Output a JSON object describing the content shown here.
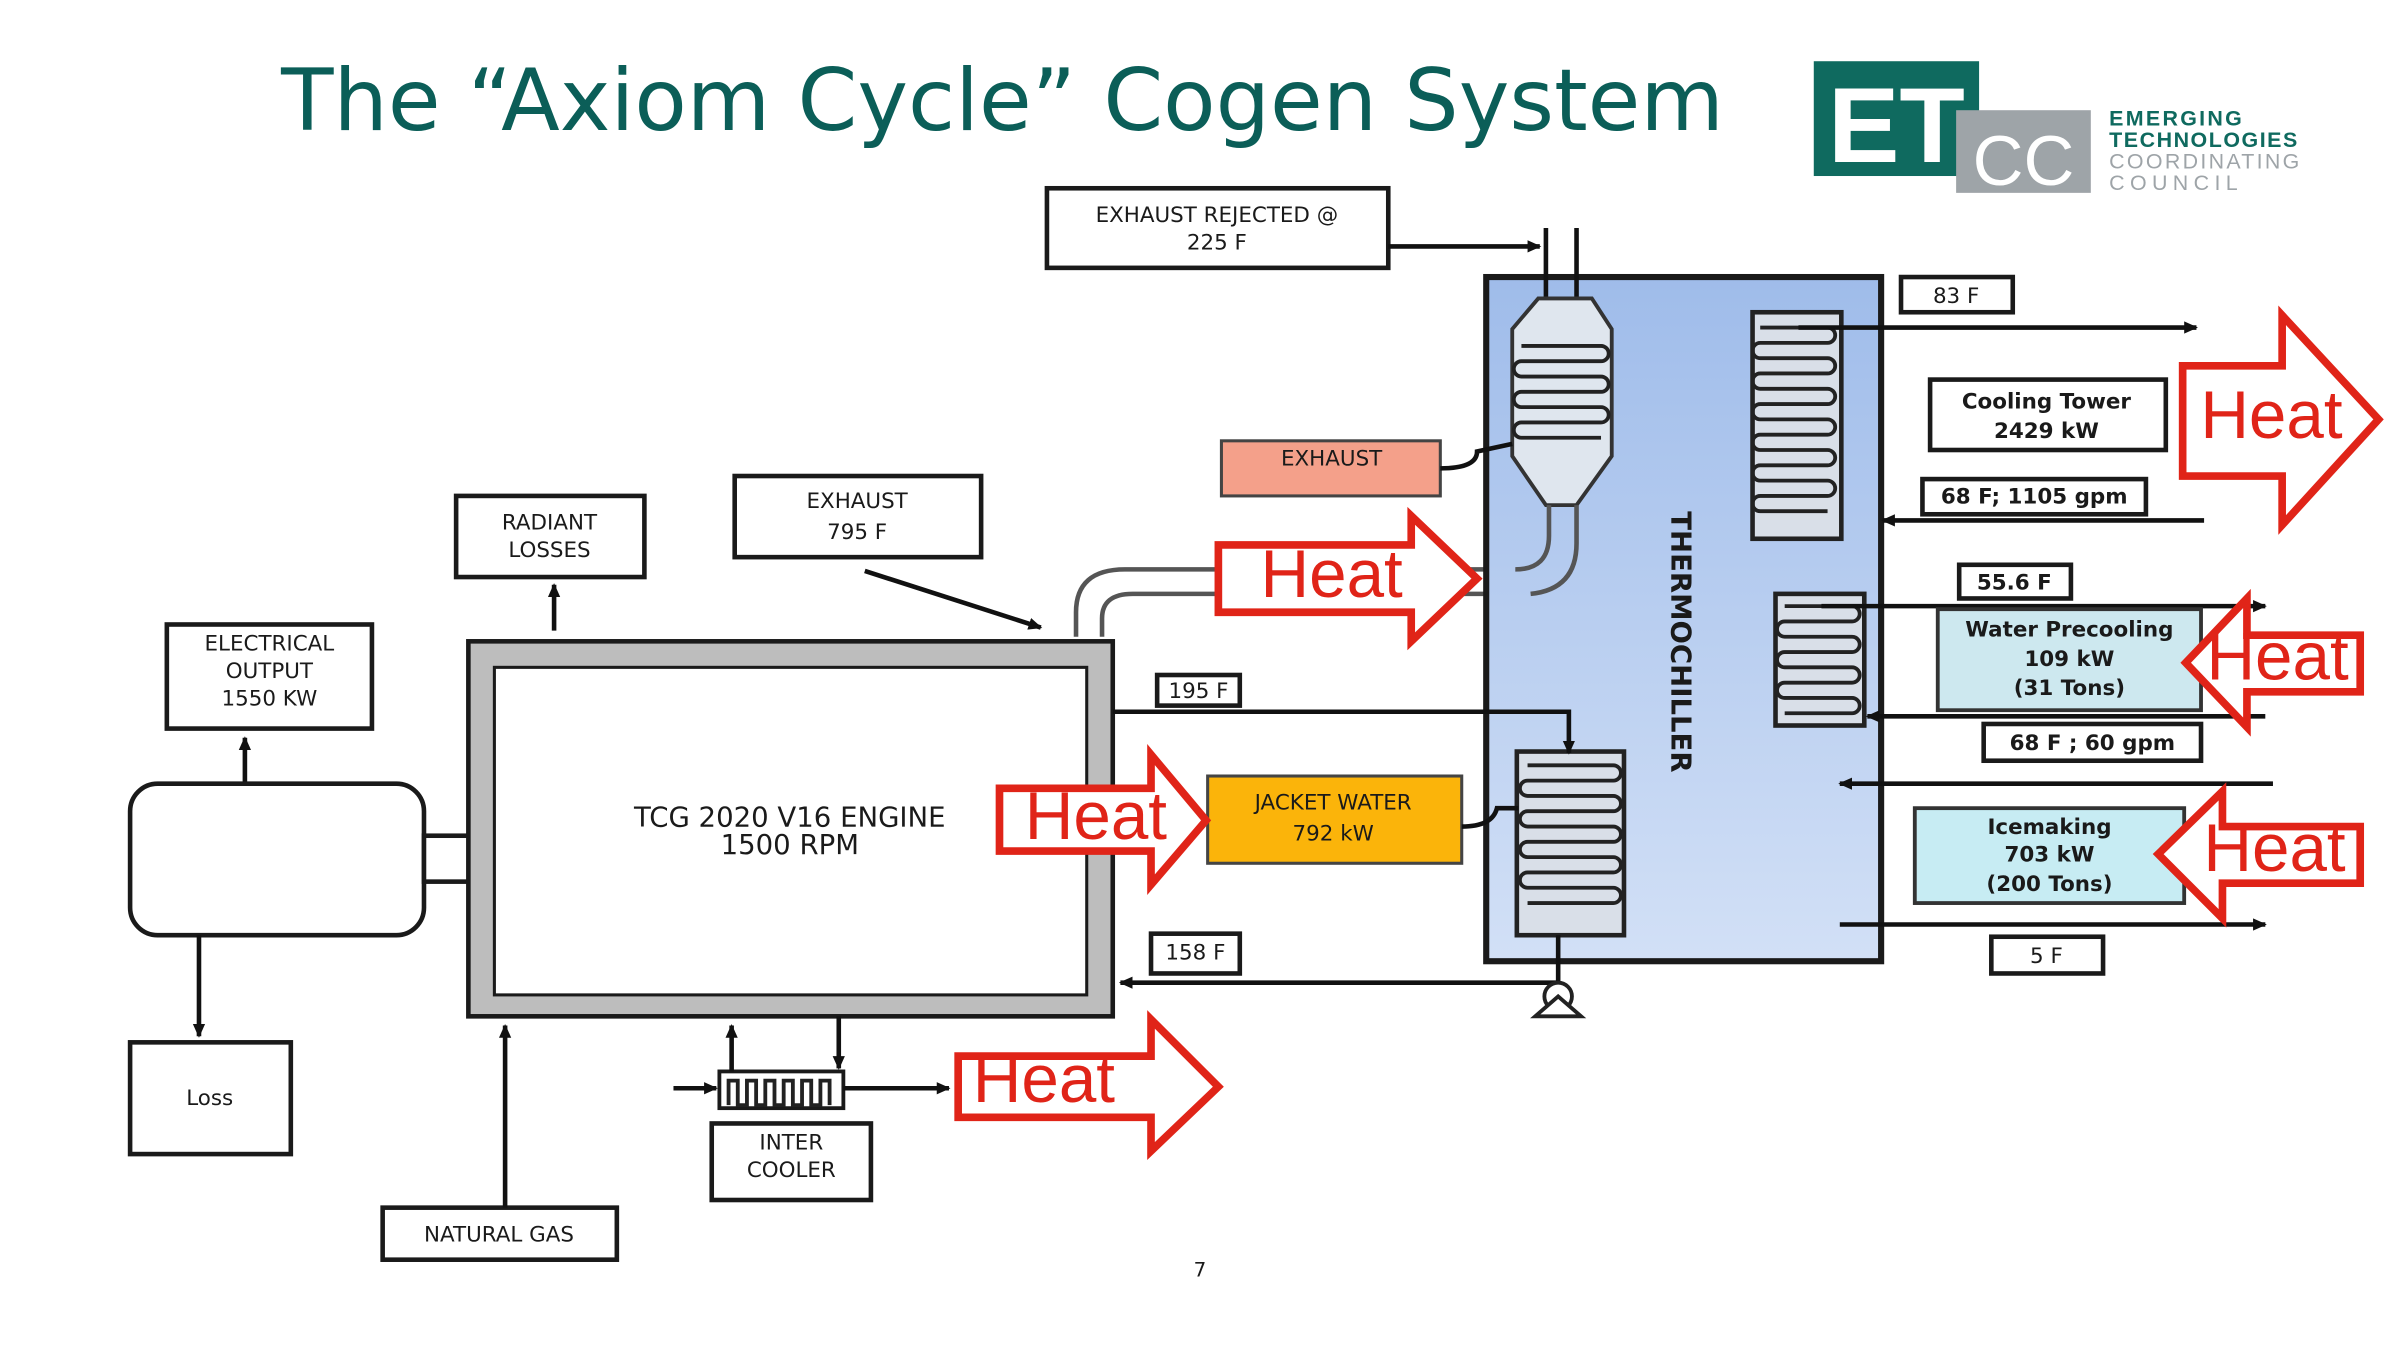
{
  "slide": {
    "title": "The “Axiom Cycle” Cogen System",
    "page_number": "7",
    "logo": {
      "mark_left": "ET",
      "mark_right": "CC",
      "line1": "EMERGING",
      "line2": "TECHNOLOGIES",
      "line3": "COORDINATING",
      "line4": "COUNCIL",
      "colors": {
        "teal": "#0f6a5f",
        "gray": "#9ea4a8"
      }
    }
  },
  "labels": {
    "exhaust_rejected_1": "EXHAUST REJECTED  @",
    "exhaust_rejected_2": "225 F",
    "radiant_1": "RADIANT",
    "radiant_2": "LOSSES",
    "exhaust_795_1": "EXHAUST",
    "exhaust_795_2": "795  F",
    "electrical_1": "ELECTRICAL",
    "electrical_2": "OUTPUT",
    "electrical_3": "1550 KW",
    "engine_1": "TCG 2020 V16 ENGINE",
    "engine_2": "1500 RPM",
    "loss": "Loss",
    "natural_gas": "NATURAL GAS",
    "intercooler_1": "INTER",
    "intercooler_2": "COOLER",
    "exhaust_box": "EXHAUST",
    "jacket_1": "JACKET WATER",
    "jacket_2": "792  kW",
    "temp_195": "195 F",
    "temp_158": "158 F",
    "thermochiller": "THERMOCHILLER",
    "temp_83": "83 F",
    "cooling_1": "Cooling Tower",
    "cooling_2": "2429 kW",
    "flow_68_1105": "68 F; 1105 gpm",
    "temp_55": "55.6 F",
    "precool_1": "Water Precooling",
    "precool_2": "109 kW",
    "precool_3": "(31 Tons)",
    "flow_68_60": "68 F ; 60 gpm",
    "ice_1": "Icemaking",
    "ice_2": "703 kW",
    "ice_3": "(200 Tons)",
    "temp_5": "5 F"
  },
  "heat_arrows": [
    "Heat",
    "Heat",
    "Heat",
    "Heat",
    "Heat",
    "Heat"
  ],
  "colors": {
    "heat_red": "#e02418",
    "exhaust_salmon": "#f4a08a",
    "jacket_orange": "#fbb40a",
    "thermochiller_blue": "#a9c3ec",
    "precool_blue": "#cde8ef",
    "ice_blue": "#c7ecf3"
  }
}
